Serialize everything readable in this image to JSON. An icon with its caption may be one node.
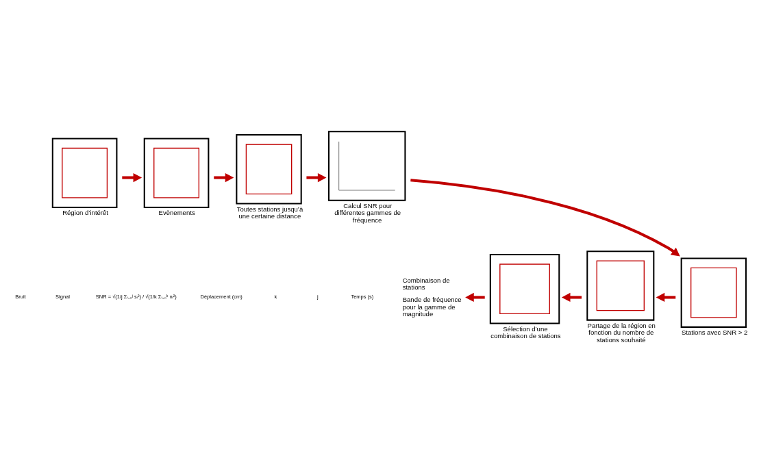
{
  "diagram": {
    "nodes": [
      {
        "text": [],
        "shape": "picture",
        "beside": [
          "Région d’intérêt"
        ]
      },
      {
        "text": [],
        "shape": "picture",
        "beside": [
          "Evènements"
        ]
      },
      {
        "text": [],
        "shape": "picture",
        "beside": [
          "Toutes stations jusqu’à une certaine distance"
        ]
      },
      {
        "text": [],
        "shape": "picture",
        "beside": [
          "Calcul SNR pour différentes gammes de fréquence"
        ]
      },
      {
        "text": [],
        "shape": "picture",
        "beside": [
          "Stations avec SNR > 2"
        ]
      },
      {
        "text": [],
        "shape": "picture",
        "beside": [
          "Partage de la région en fonction du nombre de stations souhaité"
        ]
      },
      {
        "text": [],
        "shape": "picture",
        "beside": [
          "Sélection d’une combinaison de stations"
        ]
      },
      {
        "text": [
          "Combinaison de stations",
          "Bande de fréquence pour la gamme de magnitude"
        ]
      }
    ],
    "edges": [
      {
        "from": 0,
        "to": 1,
        "arrow": "to"
      },
      {
        "from": 1,
        "to": 2,
        "arrow": "to"
      },
      {
        "from": 2,
        "to": 3,
        "arrow": "to"
      },
      {
        "from": 3,
        "to": 4,
        "arrow": "to"
      },
      {
        "from": 4,
        "to": 5,
        "arrow": "to"
      },
      {
        "from": 5,
        "to": 6,
        "arrow": "to"
      },
      {
        "from": 6,
        "to": 7,
        "arrow": "to"
      }
    ],
    "labels": [
      "Bruit",
      "Signal",
      "SNR = √(1/j Σᵢ₌₀ʲ sᵢ²) / √(1/k Σᵢ₌₀ᵏ nᵢ²)",
      "Déplacement (cm)",
      "k",
      "j",
      "Temps (s)"
    ]
  }
}
